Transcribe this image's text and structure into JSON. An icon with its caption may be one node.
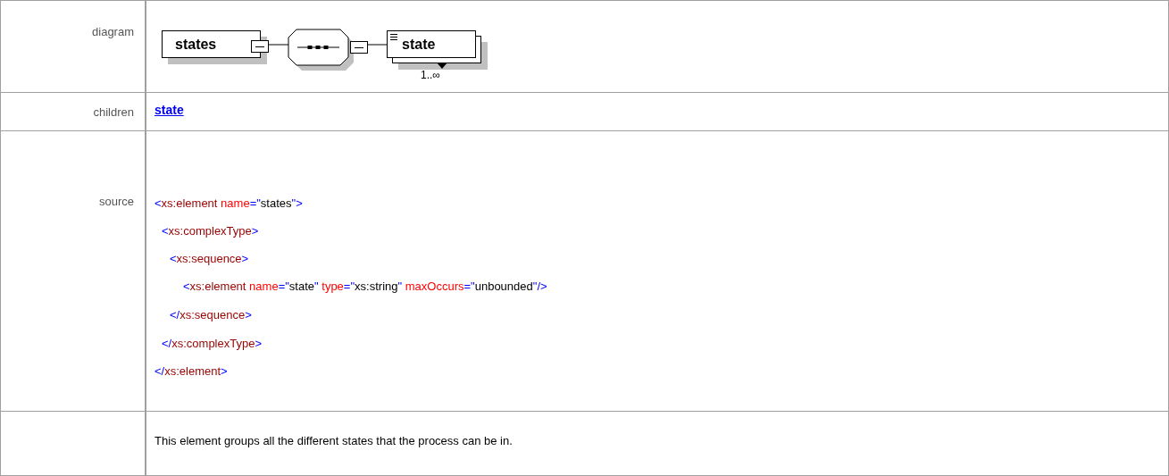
{
  "diagram": {
    "nodes": [
      {
        "text": [
          "states"
        ]
      },
      {
        "text": [],
        "shape": "octagon"
      },
      {
        "text": [
          "state"
        ],
        "beside": [
          "1..∞"
        ]
      }
    ],
    "edges": [
      {
        "from": 0,
        "to": 1,
        "arrow": "none"
      },
      {
        "from": 1,
        "to": 2,
        "arrow": "none"
      }
    ],
    "labels": [
      "diagram",
      "children",
      "state",
      "source",
      "<xs:element name=\"states\">",
      "<xs:complexType>",
      "<xs:sequence>",
      "<xs:element name=\"state\" type=\"xs:string\" maxOccurs=\"unbounded\"/>",
      "</xs:sequence>",
      "</xs:complexType>",
      "</xs:element>",
      "This element groups all the different states that the process can be in."
    ]
  }
}
